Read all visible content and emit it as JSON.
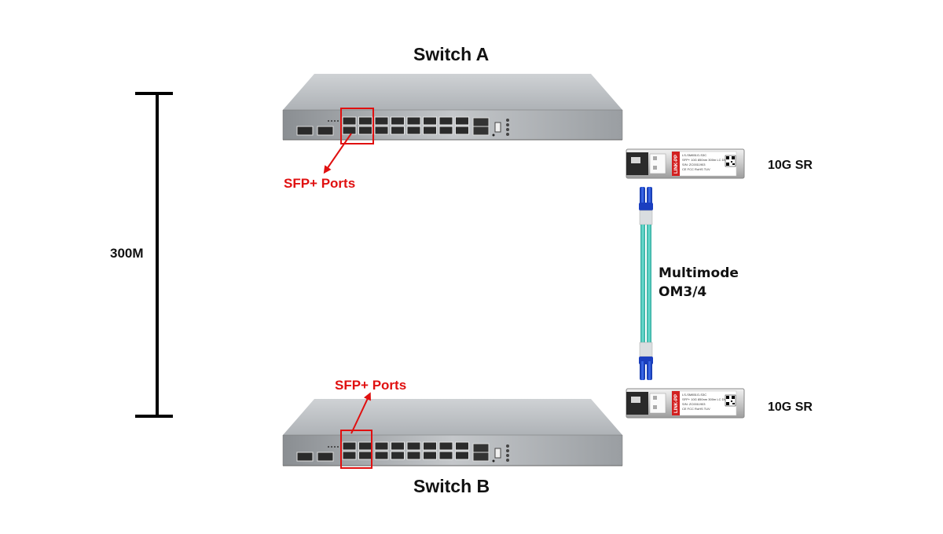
{
  "switch_a": {
    "title": "Switch A",
    "port_label": "SFP+ Ports"
  },
  "switch_b": {
    "title": "Switch B",
    "port_label": "SFP+ Ports"
  },
  "distance": {
    "label": "300M"
  },
  "transceiver_top": {
    "label": "10G SR",
    "brand": "LINK-PP",
    "text_lines": [
      "LS-SM851G-S3C",
      "SFP+ 10G 850nm 300m LC DOM",
      "S/N: ZC0011903",
      "CE FCC RoHS TUV"
    ]
  },
  "transceiver_bottom": {
    "label": "10G SR",
    "brand": "LINK-PP",
    "text_lines": [
      "LS-SM851G-S3C",
      "SFP+ 10G 850nm 300m LC DOM",
      "S/N: ZC0011903",
      "CE FCC RoHS TUV"
    ]
  },
  "cable": {
    "line1": "Multimode",
    "line2": "OM3/4"
  },
  "colors": {
    "accent_red": "#e01010",
    "fiber_aqua": "#3cc6b8",
    "connector_blue": "#1846d8",
    "chassis_gray": "#b8bbbe",
    "text_dark": "#111111"
  }
}
